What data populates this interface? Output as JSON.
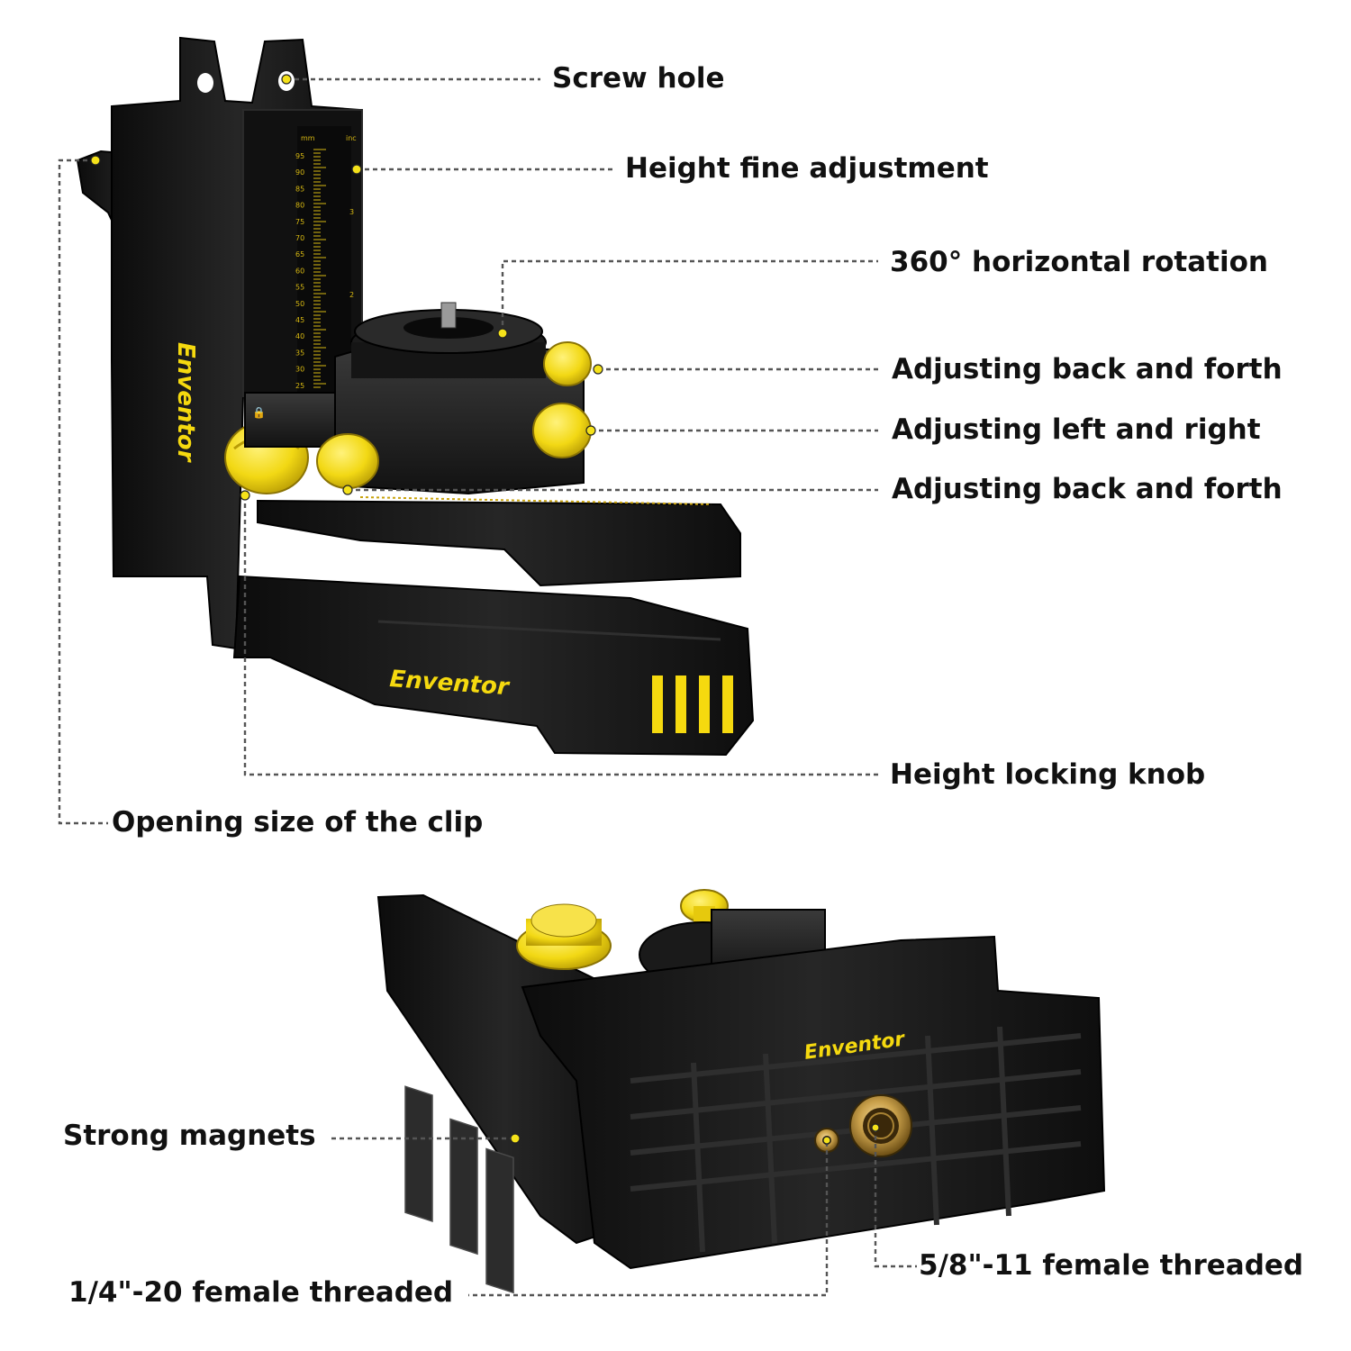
{
  "brand": {
    "name": "Enventor",
    "accent_color": "#f5d90f",
    "body_color": "#141414"
  },
  "scale": {
    "mm_label": "mm",
    "inch_label": "inc",
    "mm_ticks": [
      "95",
      "90",
      "85",
      "80",
      "75",
      "70",
      "65",
      "60",
      "55",
      "50",
      "45",
      "40",
      "35",
      "30",
      "25"
    ],
    "inch_ticks": [
      "3",
      "2"
    ]
  },
  "callouts": {
    "screw_hole": "Screw hole",
    "height_fine_adjustment": "Height fine adjustment",
    "horizontal_rotation": "360° horizontal rotation",
    "adjusting_back_forth_top": "Adjusting back and forth",
    "adjusting_left_right": "Adjusting left and right",
    "adjusting_back_forth_bottom": "Adjusting back and forth",
    "height_locking_knob": "Height locking knob",
    "clip_opening": "Opening size of the clip",
    "strong_magnets": "Strong magnets",
    "thread_quarter": "1/4\"-20 female threaded",
    "thread_five_eighths": "5/8\"-11 female threaded"
  },
  "icons": [
    "lock-icon",
    "knob-icon",
    "screw-hole-icon",
    "magnet-icon",
    "thread-insert-icon"
  ]
}
